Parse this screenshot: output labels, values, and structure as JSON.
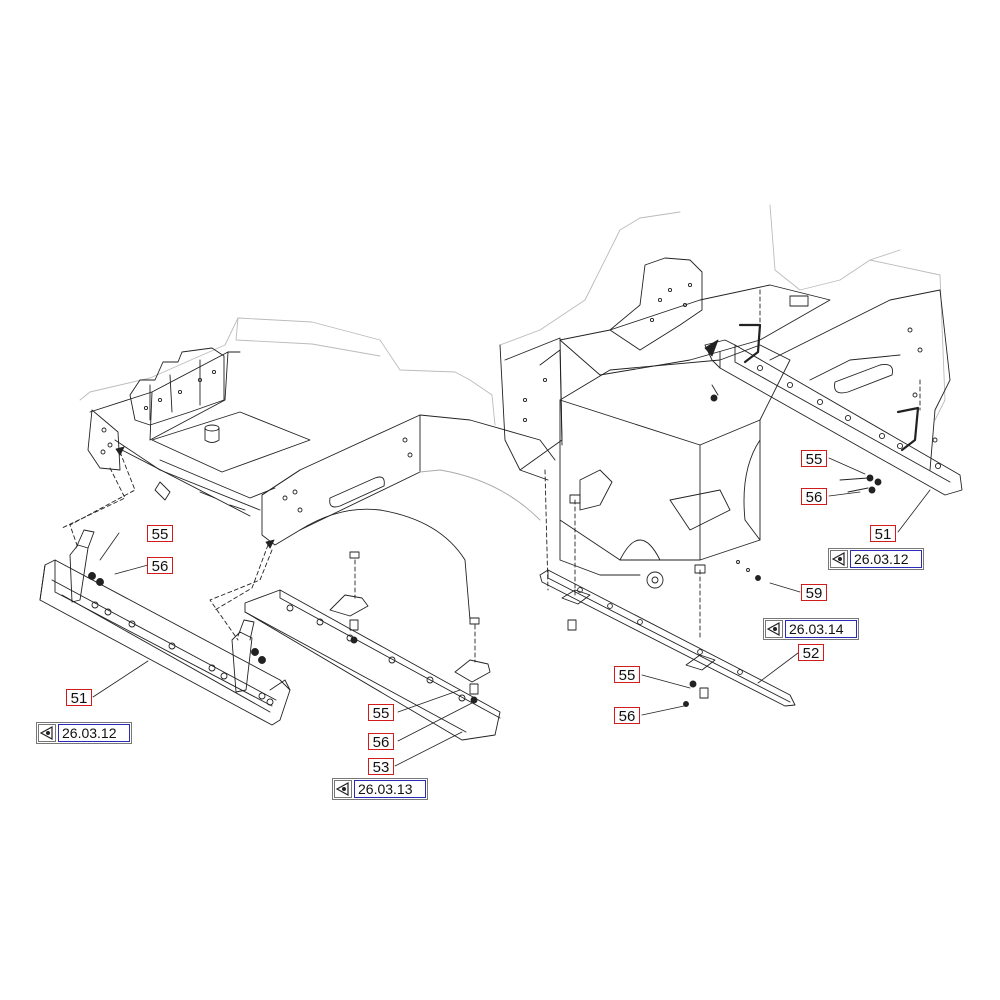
{
  "callouts": {
    "c51_left": "51",
    "c55_left": "55",
    "c56_left": "56",
    "c55_mid": "55",
    "c56_mid": "56",
    "c53_mid": "53",
    "c55_right_top": "55",
    "c56_right_top": "56",
    "c51_right": "51",
    "c59_right": "59",
    "c52_right": "52",
    "c55_right_bottom": "55",
    "c56_right_bottom": "56"
  },
  "references": {
    "ref_left": "26.03.12",
    "ref_mid": "26.03.13",
    "ref_right_top": "26.03.12",
    "ref_right_mid": "26.03.14"
  },
  "icons": {
    "reference_arrow": "view-reference-icon"
  },
  "colors": {
    "callout_border": "#d21c1c",
    "reference_border": "#2a2ab8",
    "line_art": "#222222"
  }
}
